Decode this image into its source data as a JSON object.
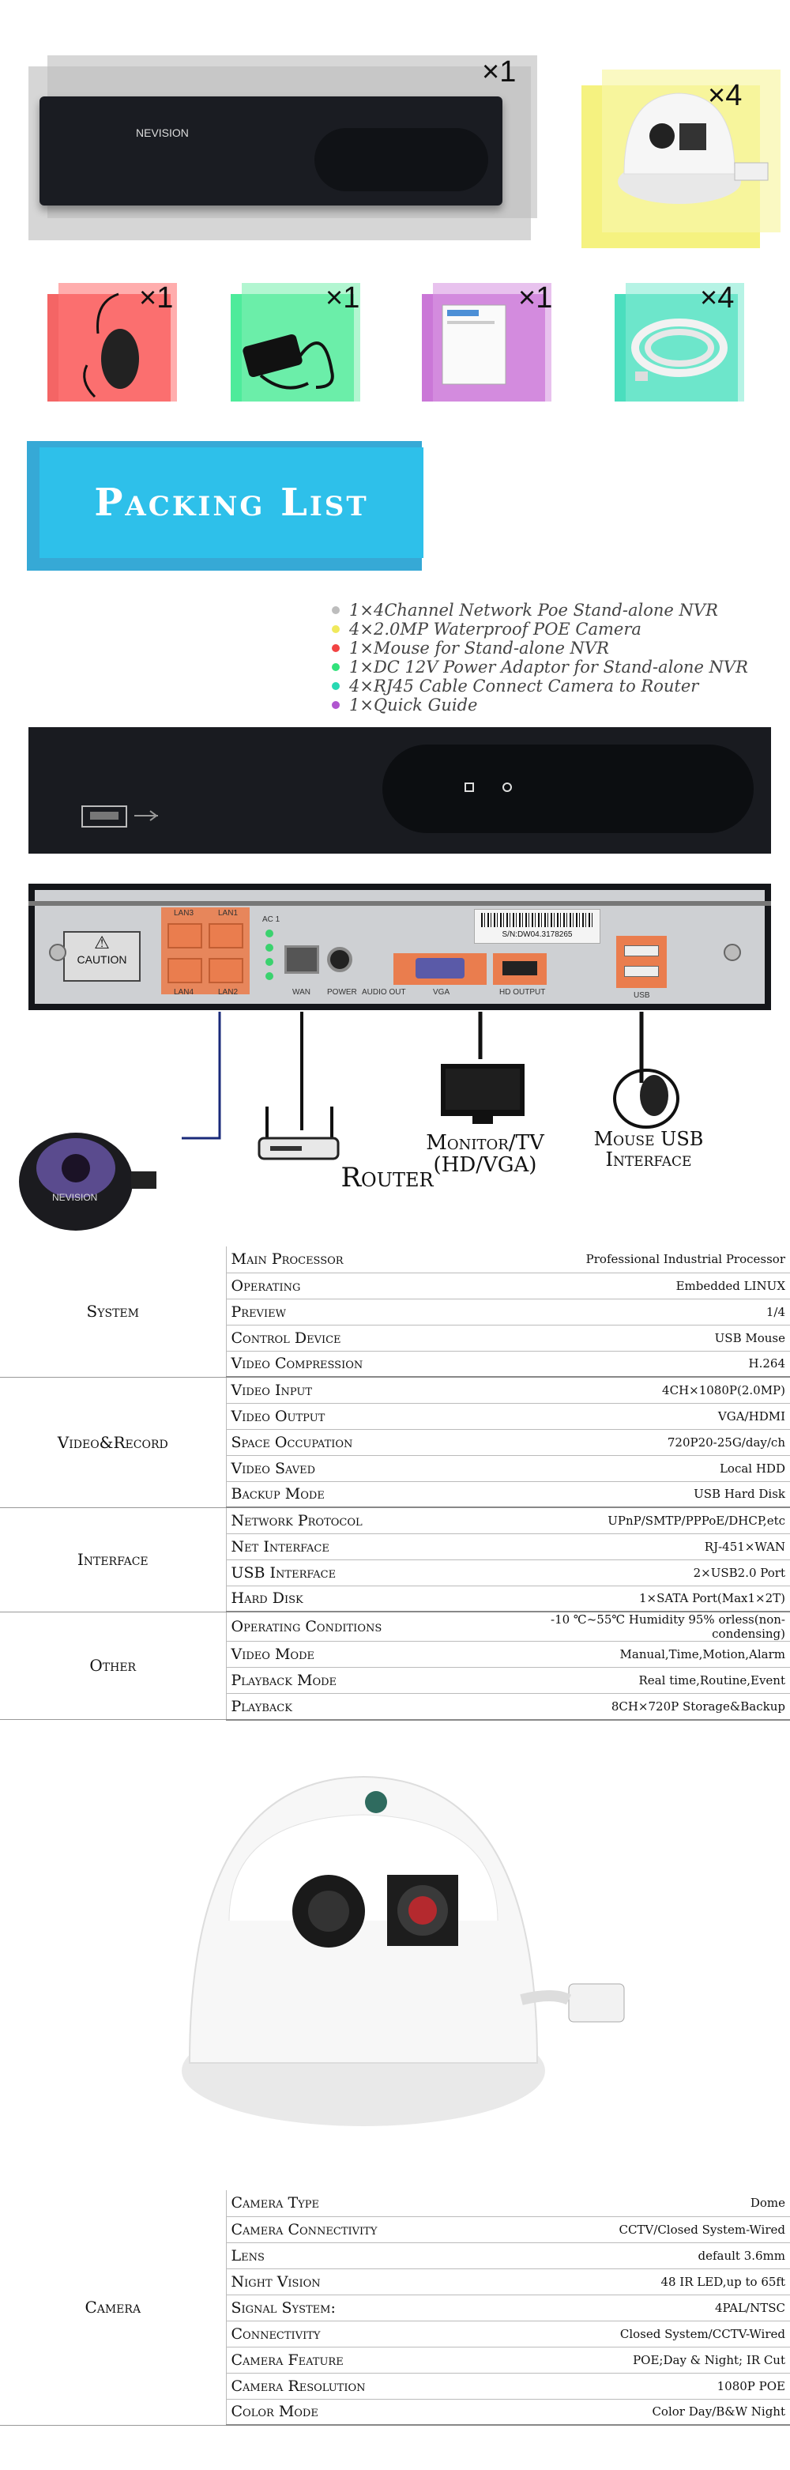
{
  "items": [
    {
      "qty": "×1",
      "color": "#c8c8c8"
    },
    {
      "qty": "×4",
      "color": "#f4f26b"
    },
    {
      "qty": "×1",
      "color": "#f24a4a"
    },
    {
      "qty": "×1",
      "color": "#4fe88d"
    },
    {
      "qty": "×1",
      "color": "#c15fd0"
    },
    {
      "qty": "×4",
      "color": "#52e3b9"
    }
  ],
  "nvr_brand": "NEVISION",
  "banner_title": "Packing List",
  "contents": [
    {
      "text": "1×4Channel Network Poe Stand-alone NVR",
      "color": "#bdbdbd"
    },
    {
      "text": "4×2.0MP Waterproof POE Camera",
      "color": "#f0e95c"
    },
    {
      "text": "1×Mouse for Stand-alone NVR",
      "color": "#f24343"
    },
    {
      "text": "1×DC 12V Power Adaptor for Stand-alone NVR",
      "color": "#31e27b"
    },
    {
      "text": "4×RJ45 Cable Connect Camera to Router",
      "color": "#27d9b3"
    },
    {
      "text": "1×Quick Guide",
      "color": "#b056cf"
    }
  ],
  "panel": {
    "caution": "CAUTION",
    "lan_labels": [
      "LAN3",
      "LAN1",
      "LAN4",
      "LAN2"
    ],
    "ac_label": "AC 1",
    "wan": "WAN",
    "power": "POWER",
    "audio": "AUDIO OUT",
    "vga": "VGA",
    "hdmi": "HD OUTPUT",
    "usb": "USB",
    "serial": "S/N:DW04.3178265"
  },
  "devices": {
    "router": "Router",
    "monitor": "Monitor/TV (HD/VGA)",
    "mouse": "Mouse USB Interface",
    "camera_brand": "NEVISION"
  },
  "spec_nvr": [
    {
      "group": "System",
      "rows": [
        {
          "label": "Main Processor",
          "value": "Professional Industrial Processor"
        },
        {
          "label": "Operating",
          "value": "Embedded LINUX"
        },
        {
          "label": "Preview",
          "value": "1/4"
        },
        {
          "label": "Control Device",
          "value": "USB Mouse"
        },
        {
          "label": "Video Compression",
          "value": "H.264"
        }
      ]
    },
    {
      "group": "Video&Record",
      "rows": [
        {
          "label": "Video Input",
          "value": "4CH×1080P(2.0MP)"
        },
        {
          "label": "Video Output",
          "value": "VGA/HDMI"
        },
        {
          "label": "Space Occupation",
          "value": "720P20-25G/day/ch"
        },
        {
          "label": "Video Saved",
          "value": "Local HDD"
        },
        {
          "label": "Backup Mode",
          "value": "USB Hard Disk"
        }
      ]
    },
    {
      "group": "Interface",
      "rows": [
        {
          "label": "Network Protocol",
          "value": "UPnP/SMTP/PPPoE/DHCP,etc"
        },
        {
          "label": "Net Interface",
          "value": "RJ-451×WAN"
        },
        {
          "label": "USB Interface",
          "value": "2×USB2.0 Port"
        },
        {
          "label": "Hard Disk",
          "value": "1×SATA Port(Max1×2T)"
        }
      ]
    },
    {
      "group": "Other",
      "rows": [
        {
          "label": "Operating Conditions",
          "value": "-10 ℃~55℃ Humidity 95% orless(non-condensing)"
        },
        {
          "label": "Video Mode",
          "value": "Manual,Time,Motion,Alarm"
        },
        {
          "label": "Playback Mode",
          "value": "Real time,Routine,Event"
        },
        {
          "label": "Playback",
          "value": "8CH×720P Storage&Backup"
        }
      ]
    }
  ],
  "spec_camera": {
    "group": "Camera",
    "rows": [
      {
        "label": "Camera Type",
        "value": "Dome"
      },
      {
        "label": "Camera Connectivity",
        "value": "CCTV/Closed System-Wired"
      },
      {
        "label": "Lens",
        "value": "default 3.6mm"
      },
      {
        "label": "Night Vision",
        "value": "48 IR LED,up to 65ft"
      },
      {
        "label": "Signal System:",
        "value": "4PAL/NTSC"
      },
      {
        "label": "Connectivity",
        "value": "Closed System/CCTV-Wired"
      },
      {
        "label": "Camera Feature",
        "value": "POE;Day & Night; IR Cut"
      },
      {
        "label": "Camera Resolution",
        "value": "1080P POE"
      },
      {
        "label": "Color Mode",
        "value": "Color Day/B&W Night"
      }
    ]
  }
}
